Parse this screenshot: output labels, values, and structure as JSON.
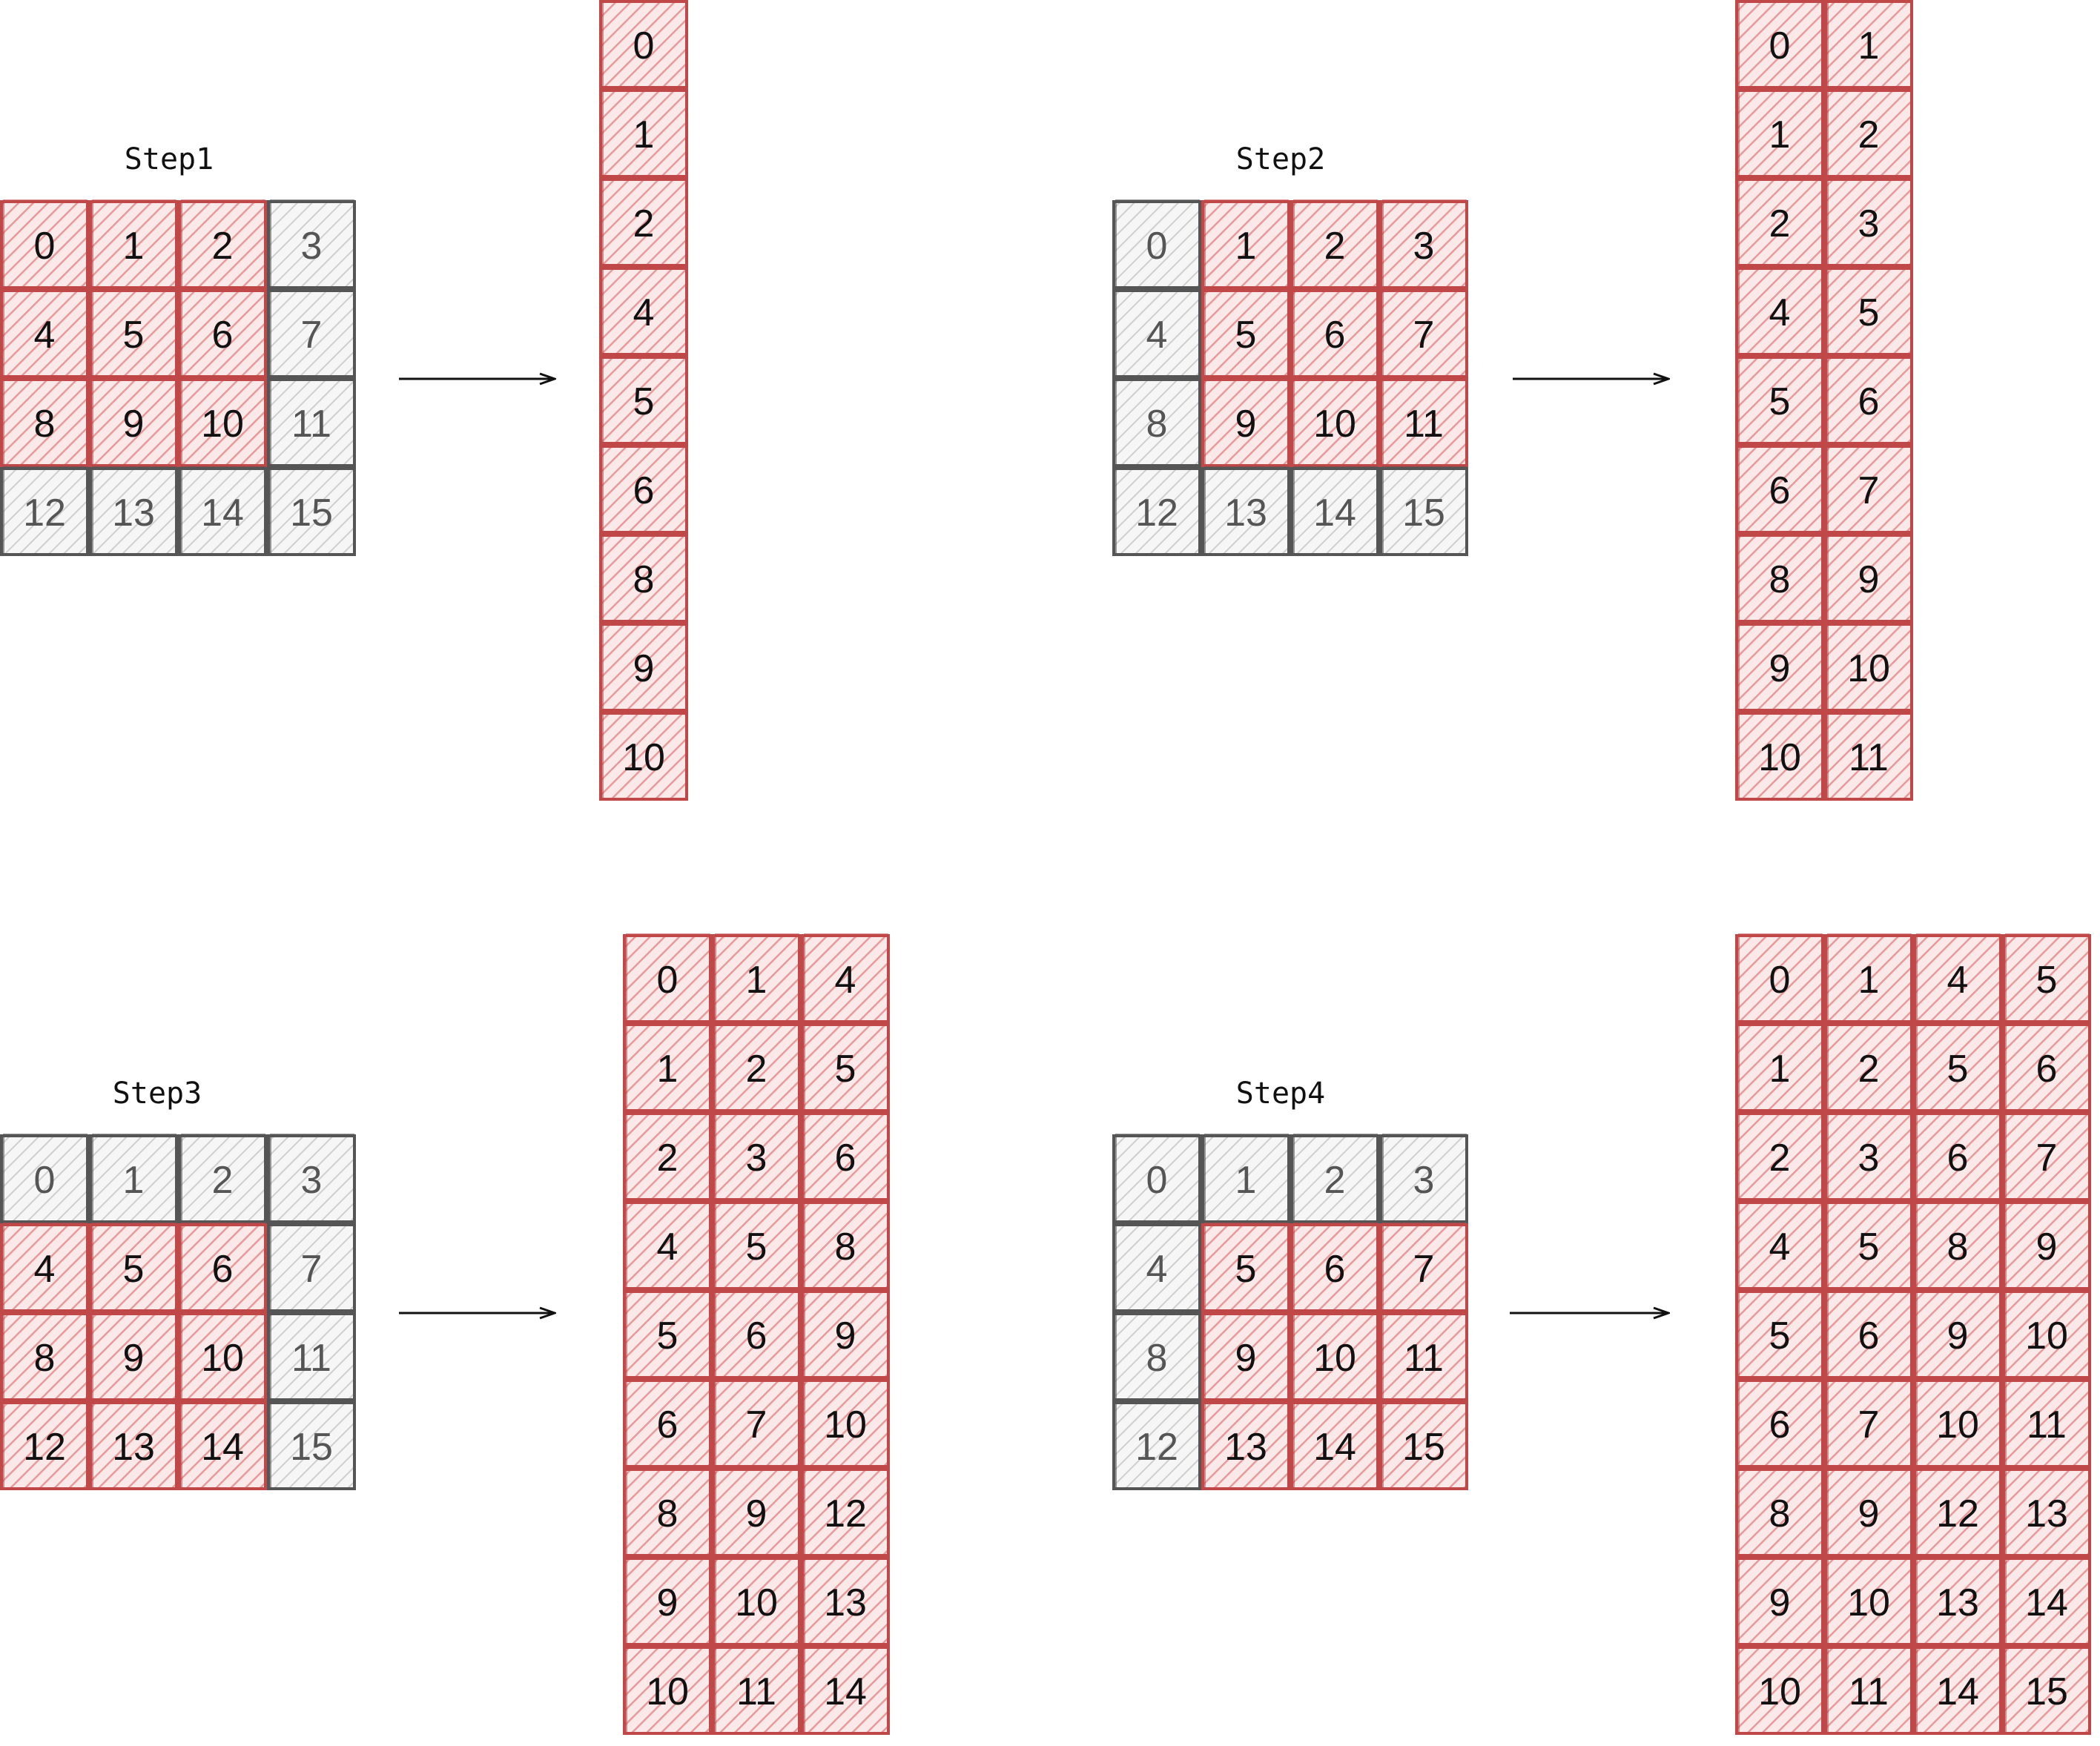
{
  "colors": {
    "highlight_stroke": "#c04848",
    "highlight_hatch": "#e79a9a",
    "highlight_fill": "#fbe9e9",
    "neutral_stroke": "#555555",
    "neutral_hatch": "#bdbdbd",
    "neutral_fill": "#f6f6f6",
    "arrow": "#111111"
  },
  "steps": [
    {
      "title": "Step1",
      "grid": [
        [
          0,
          1,
          2,
          3
        ],
        [
          4,
          5,
          6,
          7
        ],
        [
          8,
          9,
          10,
          11
        ],
        [
          12,
          13,
          14,
          15
        ]
      ],
      "highlighted": [
        0,
        1,
        2,
        4,
        5,
        6,
        8,
        9,
        10
      ],
      "column": [
        [
          0
        ],
        [
          1
        ],
        [
          2
        ],
        [
          4
        ],
        [
          5
        ],
        [
          6
        ],
        [
          8
        ],
        [
          9
        ],
        [
          10
        ]
      ]
    },
    {
      "title": "Step2",
      "grid": [
        [
          0,
          1,
          2,
          3
        ],
        [
          4,
          5,
          6,
          7
        ],
        [
          8,
          9,
          10,
          11
        ],
        [
          12,
          13,
          14,
          15
        ]
      ],
      "highlighted": [
        1,
        2,
        3,
        5,
        6,
        7,
        9,
        10,
        11
      ],
      "column": [
        [
          0,
          1
        ],
        [
          1,
          2
        ],
        [
          2,
          3
        ],
        [
          4,
          5
        ],
        [
          5,
          6
        ],
        [
          6,
          7
        ],
        [
          8,
          9
        ],
        [
          9,
          10
        ],
        [
          10,
          11
        ]
      ]
    },
    {
      "title": "Step3",
      "grid": [
        [
          0,
          1,
          2,
          3
        ],
        [
          4,
          5,
          6,
          7
        ],
        [
          8,
          9,
          10,
          11
        ],
        [
          12,
          13,
          14,
          15
        ]
      ],
      "highlighted": [
        4,
        5,
        6,
        8,
        9,
        10,
        12,
        13,
        14
      ],
      "column": [
        [
          0,
          1,
          4
        ],
        [
          1,
          2,
          5
        ],
        [
          2,
          3,
          6
        ],
        [
          4,
          5,
          8
        ],
        [
          5,
          6,
          9
        ],
        [
          6,
          7,
          10
        ],
        [
          8,
          9,
          12
        ],
        [
          9,
          10,
          13
        ],
        [
          10,
          11,
          14
        ]
      ]
    },
    {
      "title": "Step4",
      "grid": [
        [
          0,
          1,
          2,
          3
        ],
        [
          4,
          5,
          6,
          7
        ],
        [
          8,
          9,
          10,
          11
        ],
        [
          12,
          13,
          14,
          15
        ]
      ],
      "highlighted": [
        5,
        6,
        7,
        9,
        10,
        11,
        13,
        14,
        15
      ],
      "column": [
        [
          0,
          1,
          4,
          5
        ],
        [
          1,
          2,
          5,
          6
        ],
        [
          2,
          3,
          6,
          7
        ],
        [
          4,
          5,
          8,
          9
        ],
        [
          5,
          6,
          9,
          10
        ],
        [
          6,
          7,
          10,
          11
        ],
        [
          8,
          9,
          12,
          13
        ],
        [
          9,
          10,
          13,
          14
        ],
        [
          10,
          11,
          14,
          15
        ]
      ]
    }
  ]
}
